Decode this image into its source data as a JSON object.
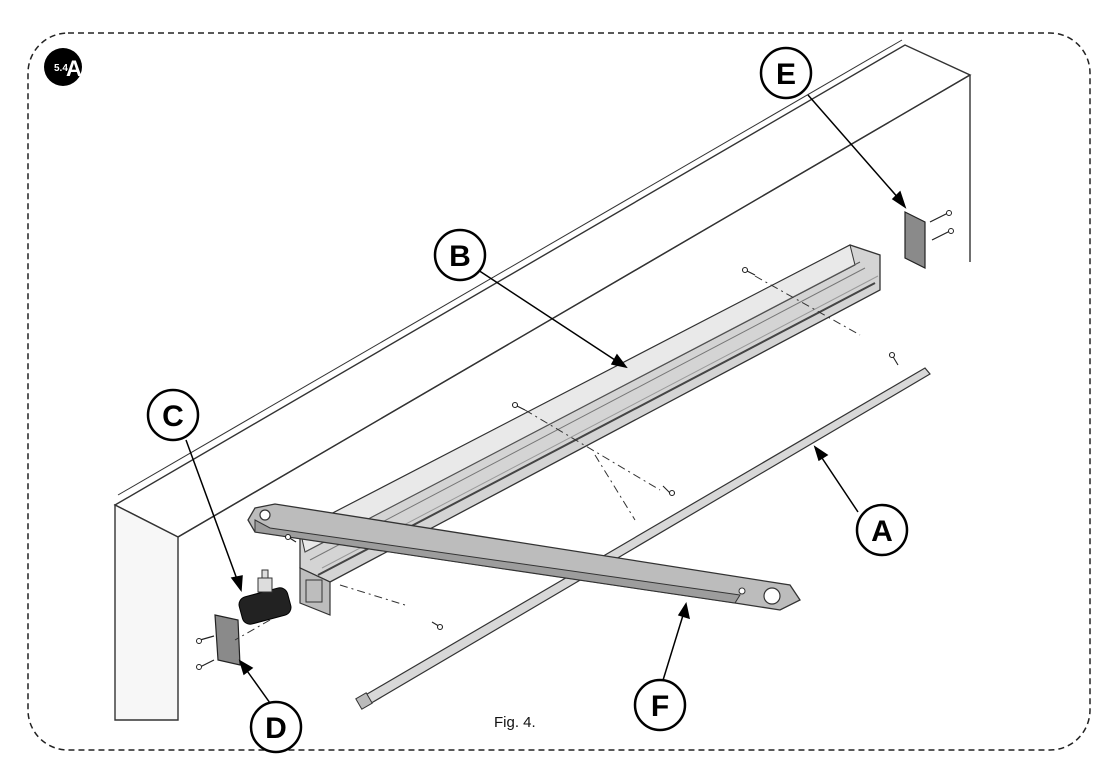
{
  "badge": {
    "number": "5.4",
    "letter": "A"
  },
  "callouts": {
    "a": "A",
    "b": "B",
    "c": "C",
    "d": "D",
    "e": "E",
    "f": "F"
  },
  "caption": "Fig. 4.",
  "colors": {
    "frame_border": "#222222",
    "profile_fill": "#cfcfcf",
    "arm_fill": "#b9b9b9",
    "part_dark": "#2a2a2a",
    "plate_fill": "#8a8a8a"
  }
}
